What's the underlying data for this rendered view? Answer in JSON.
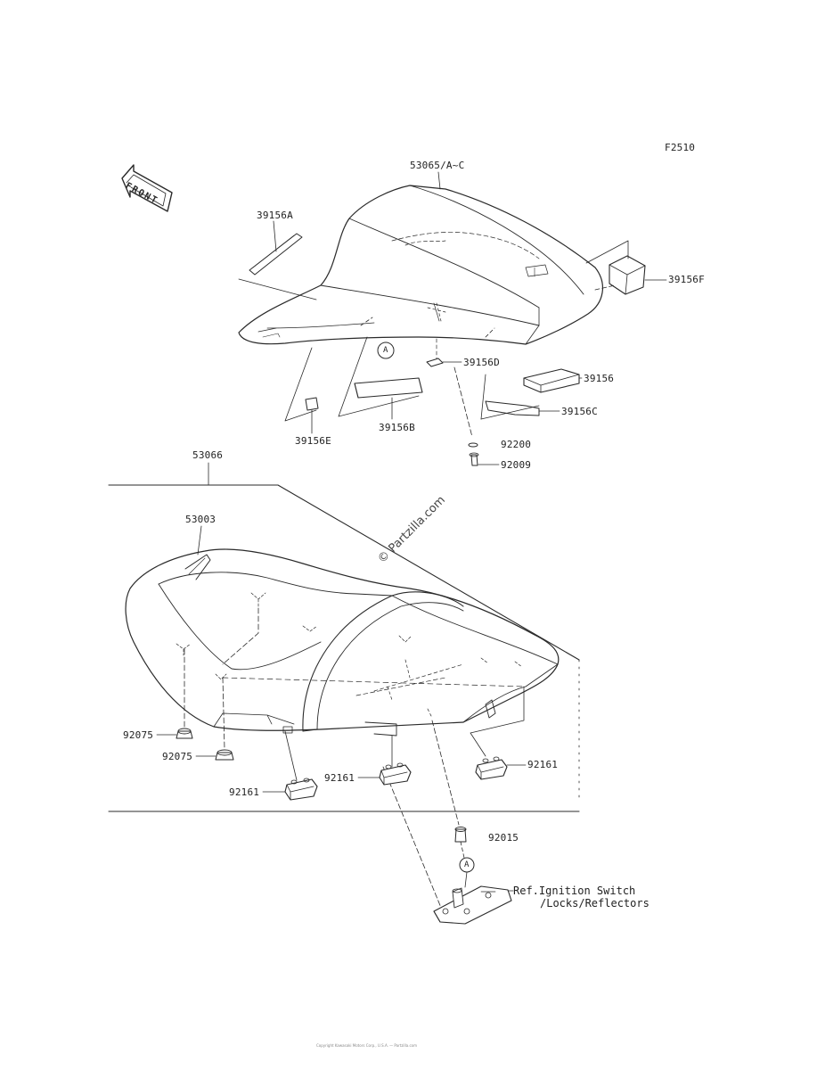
{
  "figure_code": "F2510",
  "front_indicator": "FRONT",
  "watermark": "© Partzilla.com",
  "ref_note_line1": "Ref.Ignition Switch",
  "ref_note_line2": "/Locks/Reflectors",
  "callout_marker": "A",
  "parts": {
    "p53065": "53065/A~C",
    "p39156a": "39156A",
    "p39156f": "39156F",
    "p39156d": "39156D",
    "p39156": "39156",
    "p39156c": "39156C",
    "p39156e": "39156E",
    "p39156b": "39156B",
    "p92200": "92200",
    "p92009": "92009",
    "p53066": "53066",
    "p53003": "53003",
    "p92075a": "92075",
    "p92075b": "92075",
    "p92161a": "92161",
    "p92161b": "92161",
    "p92161c": "92161",
    "p92015": "92015"
  },
  "footer_text": "Copyright Kawasaki Motors Corp., U.S.A. — Partzilla.com"
}
